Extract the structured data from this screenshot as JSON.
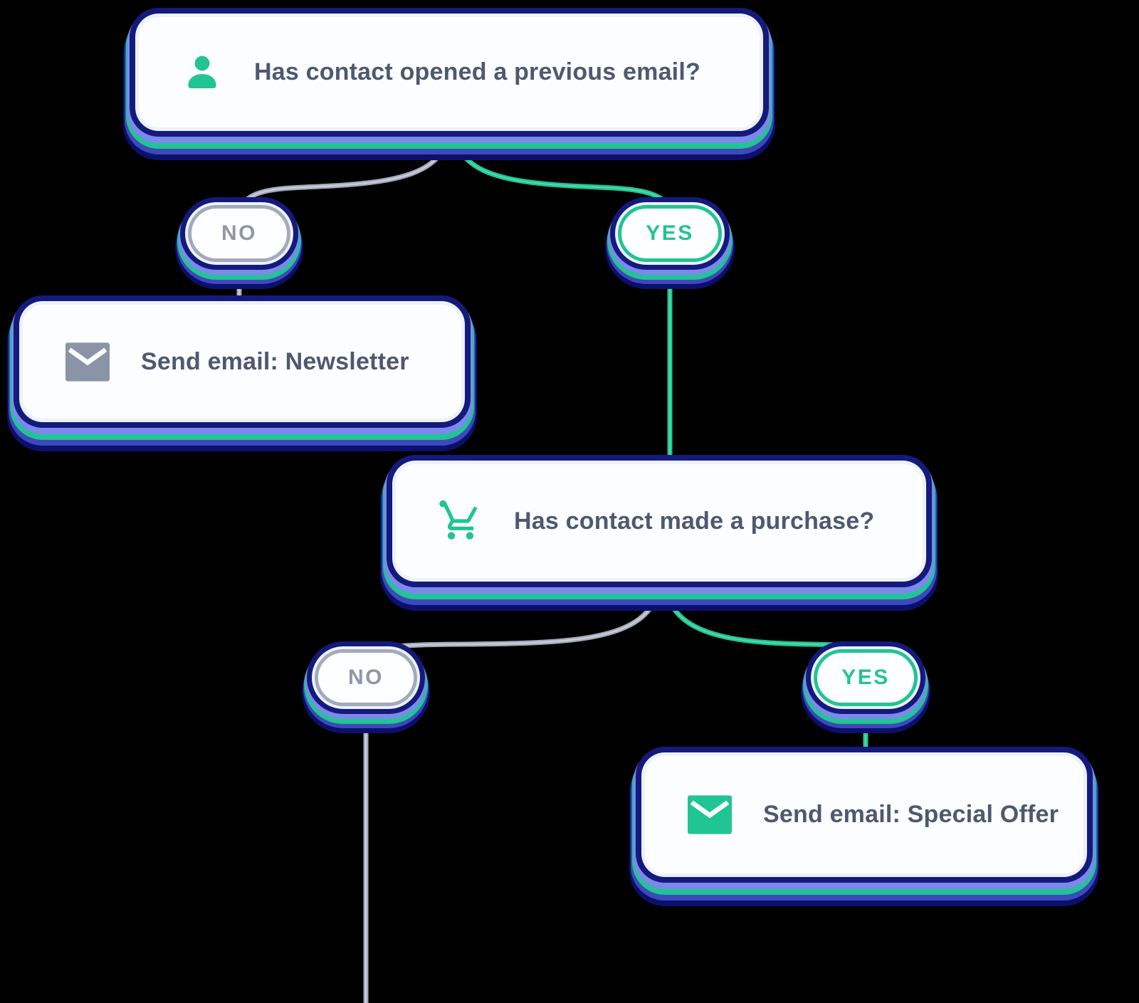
{
  "palette": {
    "background": "#000000",
    "node_fill": "#fcfdff",
    "glow_navy": "#131a7c",
    "glow_periwinkle": "#7c88ec",
    "accent_green": "#21c493",
    "line_gray": "#a3aaba",
    "line_gray_highlight": "#ccd1dc",
    "line_green": "#21c493",
    "line_green_highlight": "#56dcb1",
    "text_slate": "#4e5870",
    "icon_gray": "#8b93a6"
  },
  "nodes": {
    "question1": {
      "label": "Has contact opened a previous email?",
      "icon": "person-icon"
    },
    "branch1_no": {
      "label": "NO"
    },
    "branch1_yes": {
      "label": "YES"
    },
    "action_newsletter": {
      "label": "Send email: Newsletter",
      "icon": "envelope-icon"
    },
    "question2": {
      "label": "Has contact made a purchase?",
      "icon": "cart-icon"
    },
    "branch2_no": {
      "label": "NO"
    },
    "branch2_yes": {
      "label": "YES"
    },
    "action_special_offer": {
      "label": "Send email: Special Offer",
      "icon": "envelope-icon"
    }
  }
}
